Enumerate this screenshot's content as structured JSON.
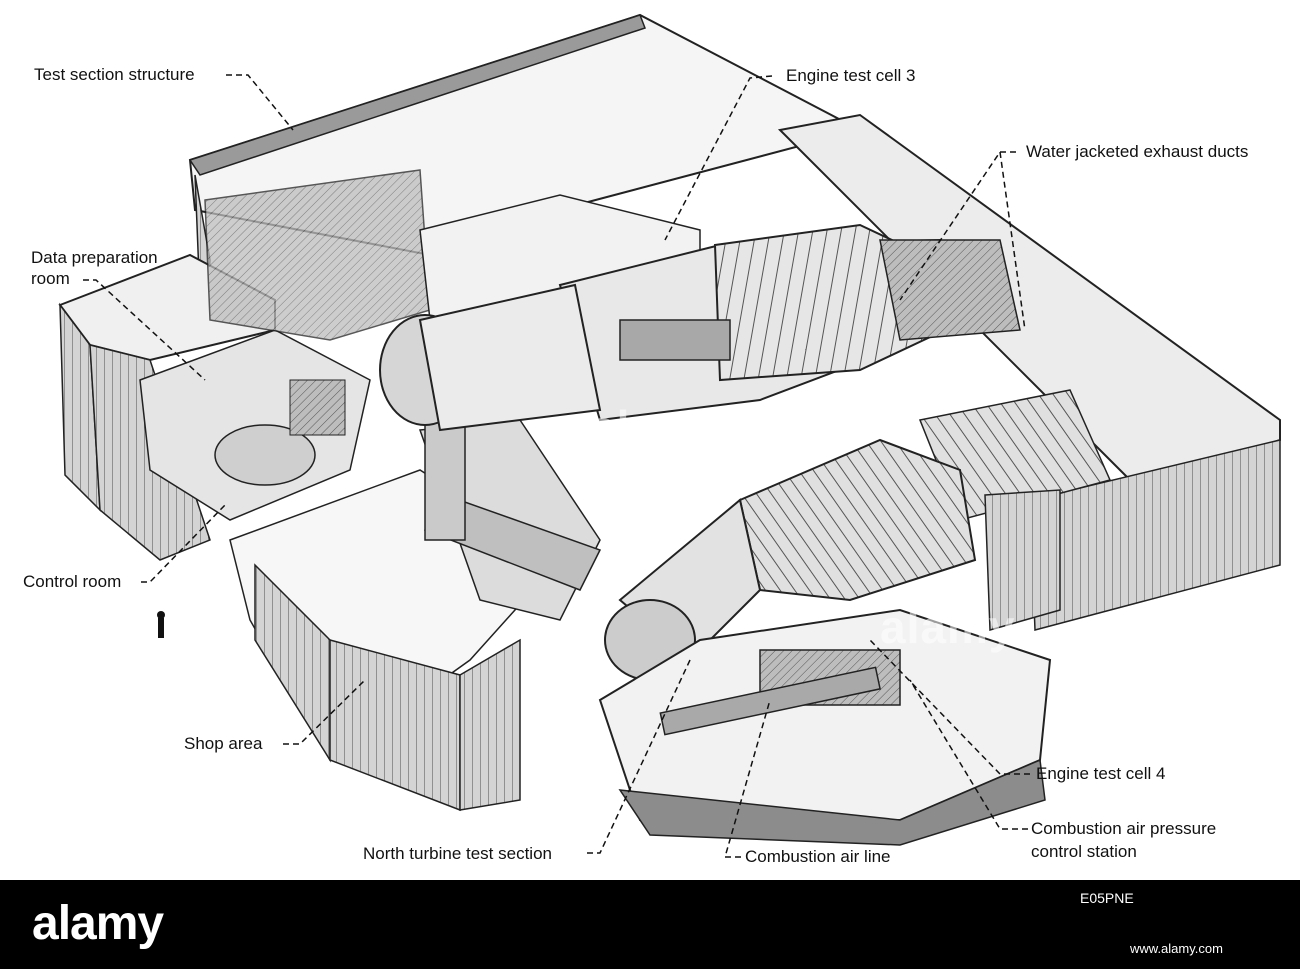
{
  "labels": {
    "test_section_structure": "Test section structure",
    "engine_test_cell_3": "Engine test cell 3",
    "water_jacketed_exhaust_ducts": "Water jacketed exhaust ducts",
    "data_preparation_room_line1": "Data preparation",
    "data_preparation_room_line2": "room",
    "control_room": "Control room",
    "shop_area": "Shop area",
    "engine_test_cell_4": "Engine test cell 4",
    "combustion_air_pressure_line1": "Combustion air pressure",
    "combustion_air_pressure_line2": "control station",
    "north_turbine_test_section": "North turbine test section",
    "combustion_air_line": "Combustion air line"
  },
  "watermark": {
    "text": "alamy"
  },
  "footer": {
    "logo": "alamy",
    "image_id": "E05PNE",
    "url": "www.alamy.com",
    "background": "#000000"
  },
  "colors": {
    "line": "#222222",
    "fill_light": "#f2f2f2",
    "fill_mid": "#d9d9d9",
    "fill_dark": "#9a9a9a"
  }
}
